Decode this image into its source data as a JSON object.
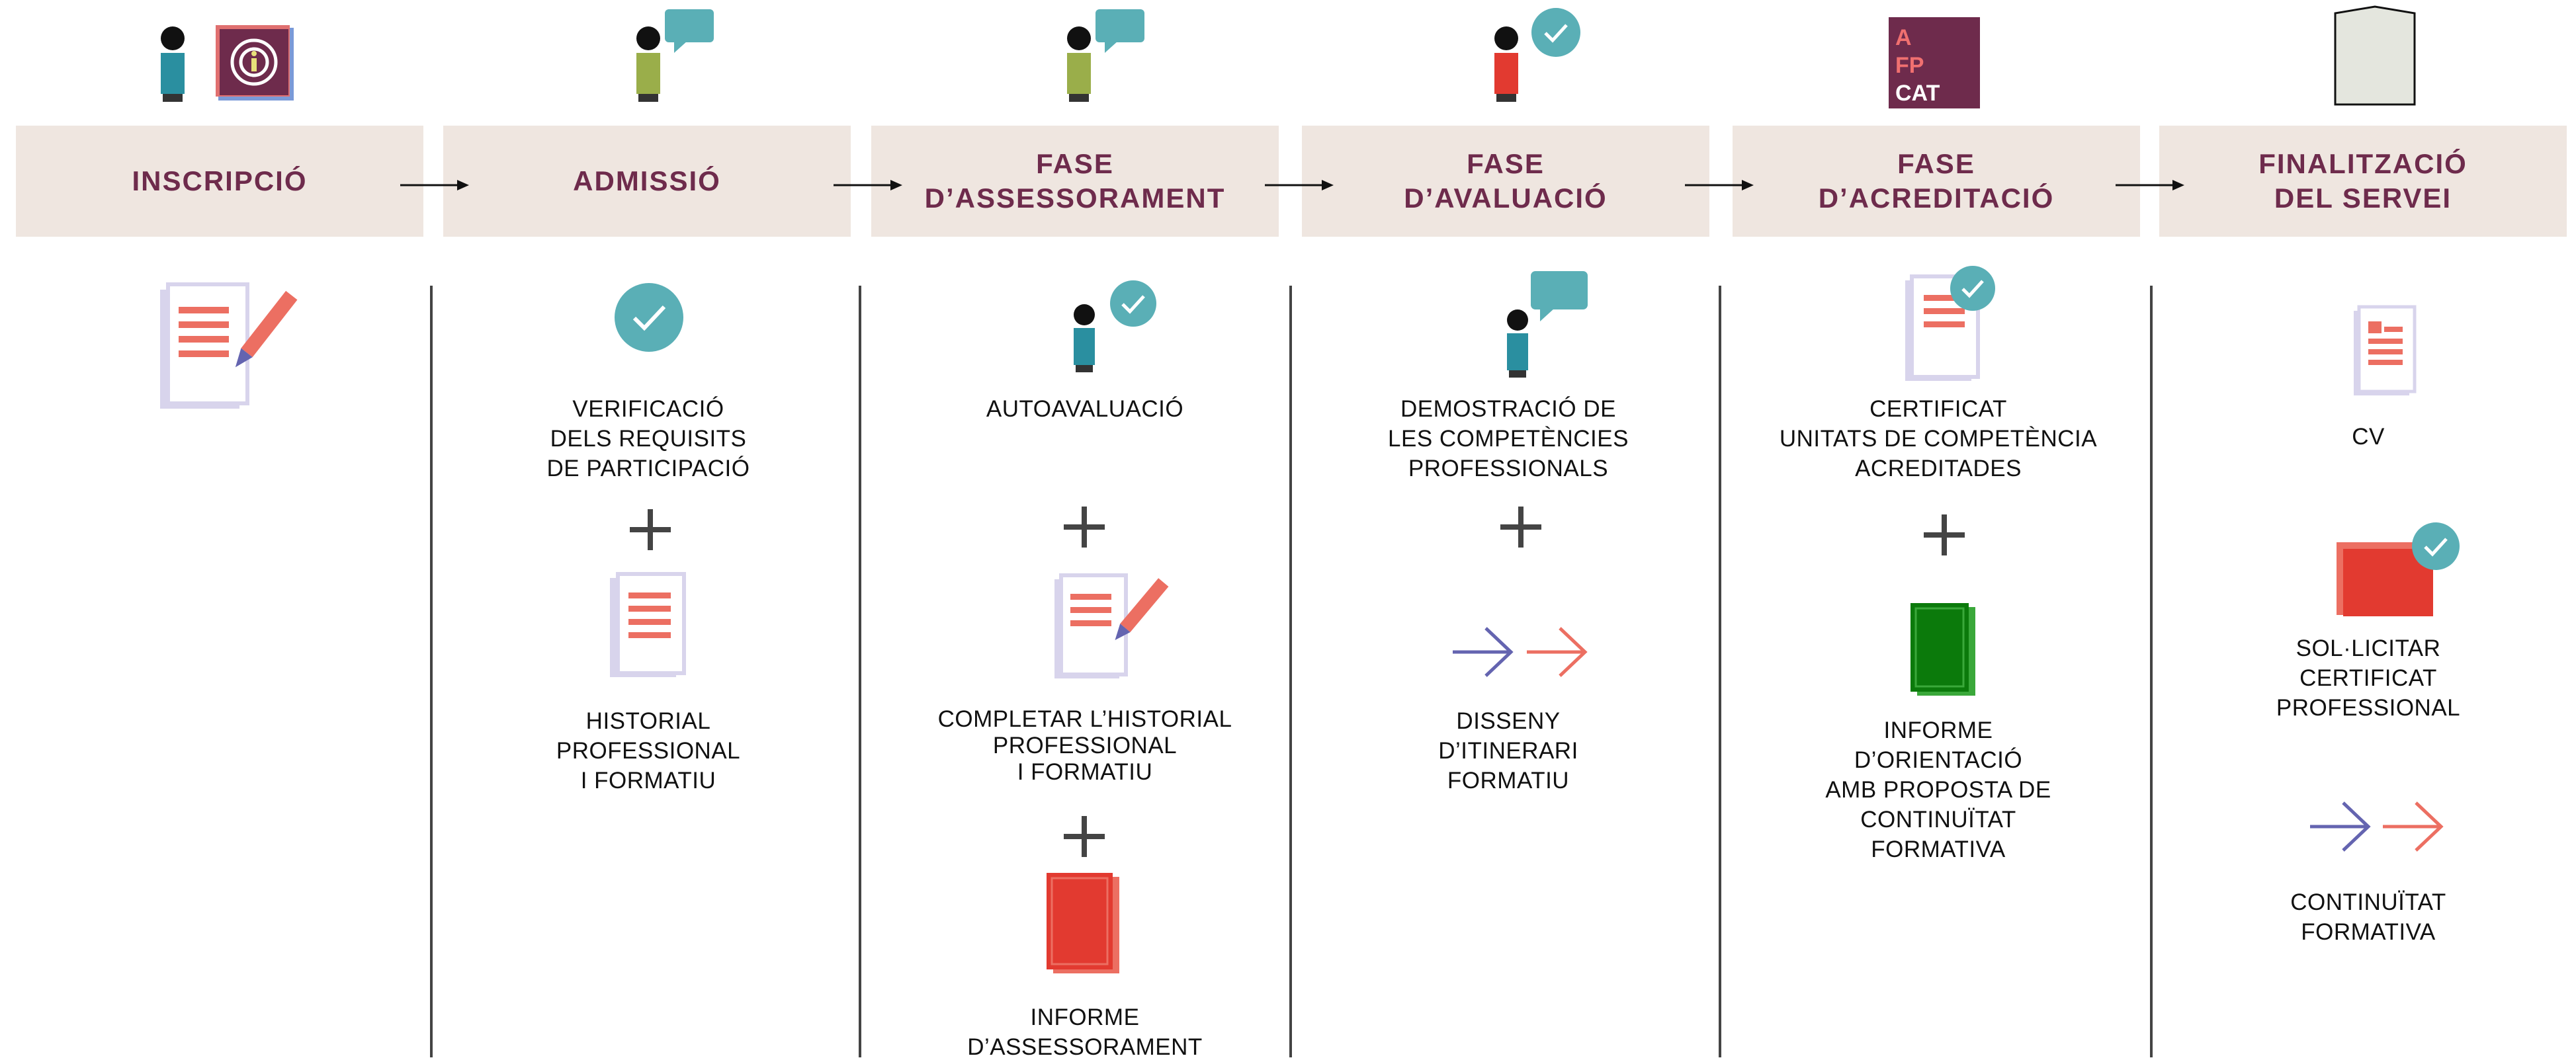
{
  "phases": [
    {
      "label": "INSCRIPCIÓ"
    },
    {
      "label": "ADMISSIÓ"
    },
    {
      "label": "FASE\nD’ASSESSORAMENT"
    },
    {
      "label": "FASE\nD’AVALUACIÓ"
    },
    {
      "label": "FASE\nD’ACREDITACIÓ"
    },
    {
      "label": "FINALITZACIÓ\nDEL SERVEI"
    }
  ],
  "logo_text": [
    "A",
    "FP",
    "CAT"
  ],
  "admissio": {
    "item1": "VERIFICACIÓ\nDELS REQUISITS\nDE PARTICIPACIÓ",
    "item2": "HISTORIAL\nPROFESSIONAL\nI FORMATIU"
  },
  "assessorament": {
    "item1": "AUTOAVALUACIÓ",
    "item2": "COMPLETAR L’HISTORIAL\nPROFESSIONAL\nI FORMATIU",
    "item3": "INFORME\nD’ASSESSORAMENT"
  },
  "avaluacio": {
    "item1": "DEMOSTRACIÓ DE\nLES COMPETÈNCIES\nPROFESSIONALS",
    "item2": "DISSENY\nD’ITINERARI\nFORMATIU"
  },
  "acreditacio": {
    "item1": "CERTIFICAT\nUNITATS DE COMPETÈNCIA\nACREDITADES",
    "item2": "INFORME\nD’ORIENTACIÓ\nAMB PROPOSTA DE\nCONTINUÏTAT\nFORMATIVA"
  },
  "finalitzacio": {
    "item1": "CV",
    "item2": "SOL·LICITAR\nCERTIFICAT\nPROFESSIONAL",
    "item3": "CONTINUÏTAT\nFORMATIVA"
  },
  "colors": {
    "burgundy": "#6e2b4c",
    "phase_bg": "#efe6e0",
    "teal": "#5aafb6",
    "salmon": "#ec6f62",
    "red": "#e23a30",
    "green": "#0b7a0b",
    "lavender": "#d8d4ec",
    "blue_arrow": "#6464b0"
  },
  "icons": [
    "person-icon",
    "info-badge-icon",
    "speech-bubble-icon",
    "check-icon",
    "afpcat-logo",
    "tombstone-icon",
    "document-icon",
    "pencil-icon",
    "plus-icon",
    "folder-icon",
    "arrow-right-icon"
  ]
}
